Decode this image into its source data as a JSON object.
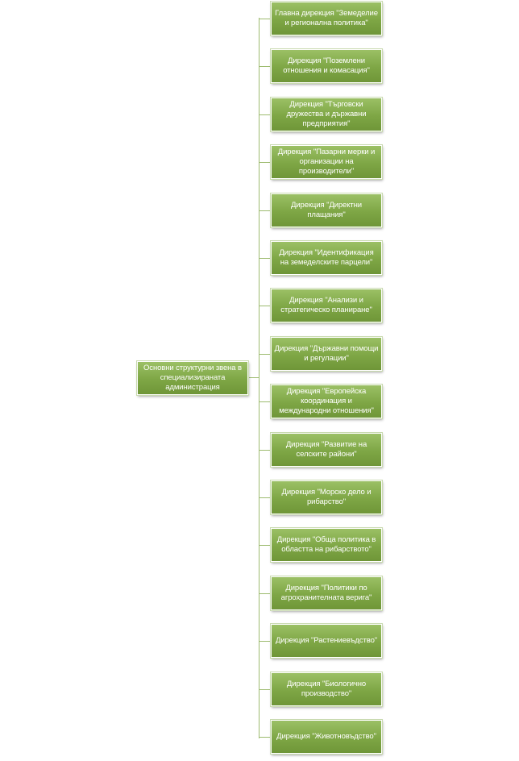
{
  "root": {
    "label": "Основни структурни звена в специализираната администрация"
  },
  "directorates": [
    {
      "label": "Главна дирекция \"Земеделие и регионална политика\""
    },
    {
      "label": "Дирекция \"Поземлени отношения и комасация\""
    },
    {
      "label": "Дирекция \"Търговски дружества и държавни предприятия\""
    },
    {
      "label": "Дирекция \"Пазарни мерки и организации на производители\""
    },
    {
      "label": "Дирекция \"Директни плащания\""
    },
    {
      "label": "Дирекция \"Идентификация на земеделските парцели\""
    },
    {
      "label": "Дирекция \"Анализи и стратегическо планиране\""
    },
    {
      "label": "Дирекция \"Държавни помощи и регулации\""
    },
    {
      "label": "Дирекция \"Европейска координация и международни отношения\""
    },
    {
      "label": "Дирекция \"Развитие на селските райони\""
    },
    {
      "label": "Дирекция \"Морско дело и рибарство\""
    },
    {
      "label": "Дирекция \"Обща политика в областта на рибарството\""
    },
    {
      "label": "Дирекция \"Политики по агрохранителната верига\""
    },
    {
      "label": "Дирекция \"Растениевъдство\""
    },
    {
      "label": "Дирекция \"Биологично производство\""
    },
    {
      "label": "Дирекция \"Животновъдство\""
    }
  ],
  "colors": {
    "node_fill": "#7ea645",
    "node_text": "#ffffff",
    "connector": "#9dbb6f"
  }
}
